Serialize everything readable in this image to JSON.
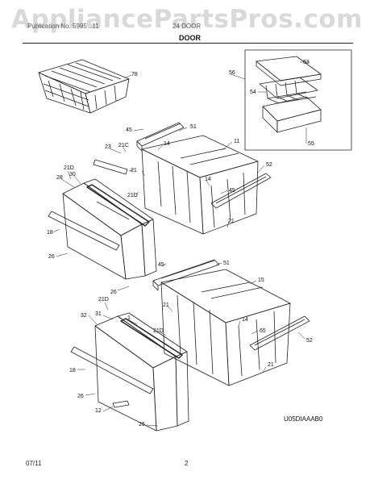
{
  "header": {
    "watermark": "AppliancePartsPros.com",
    "sub_left": "Publication No. 5995...11",
    "sub_right": "24 DOOR",
    "title": "DOOR"
  },
  "parts": {
    "p78": "78",
    "p56": "56",
    "p53": "53",
    "p54": "54",
    "p55": "55",
    "p45a": "45",
    "p51a": "51",
    "p23": "23",
    "p21c": "21C",
    "p14a": "14",
    "p11": "11",
    "p21a": "21",
    "p21da": "21D",
    "p30": "30",
    "p28": "28",
    "p52a": "52",
    "p14b": "14",
    "p45b": "45",
    "p21db": "21D",
    "p21b": "21",
    "p18a": "18",
    "p26a": "26",
    "p45c": "45",
    "p51b": "51",
    "p26b": "26",
    "p15": "15",
    "p21dc": "21D",
    "p31": "31",
    "p32": "32",
    "p1": "1",
    "p21e": "21",
    "p21dd": "21D",
    "p14c": "14",
    "p65": "65",
    "p52b": "52",
    "p18b": "18",
    "p21f": "21",
    "p26c": "26",
    "p12": "12",
    "p26d": "26"
  },
  "drawing_code": "U05DIAAAB0",
  "footer": {
    "date": "07/11",
    "page": "2"
  }
}
